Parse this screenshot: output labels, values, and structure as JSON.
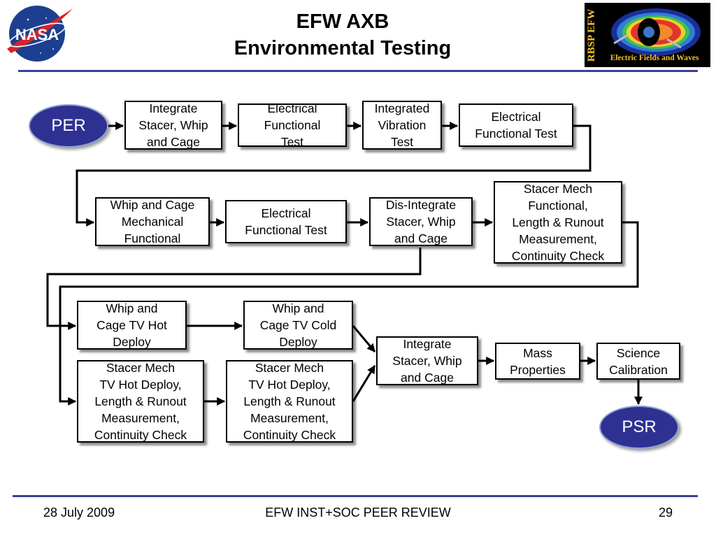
{
  "header": {
    "title_line1": "EFW AXB",
    "title_line2": "Environmental Testing",
    "left_logo": "NASA",
    "right_logo_side_text": "RBSP EFW",
    "right_logo_caption": "Electric Fields and Waves"
  },
  "diagram": {
    "start": "PER",
    "end": "PSR",
    "row1": [
      "Integrate\nStacer, Whip\nand Cage",
      "Electrical\nFunctional\nTest",
      "Integrated\nVibration\nTest",
      "Electrical\nFunctional Test"
    ],
    "row2": [
      "Whip and Cage\nMechanical\nFunctional",
      "Electrical\nFunctional Test",
      "Dis-Integrate\nStacer, Whip\nand Cage",
      "Stacer Mech\nFunctional,\nLength & Runout\nMeasurement,\nContinuity Check"
    ],
    "row3": [
      "Whip and\nCage TV Hot\nDeploy",
      "Whip and\nCage TV Cold\nDeploy"
    ],
    "row4": [
      "Stacer Mech\nTV Hot Deploy,\nLength & Runout\nMeasurement,\nContinuity Check",
      "Stacer Mech\nTV Hot Deploy,\nLength & Runout\nMeasurement,\nContinuity Check"
    ],
    "final": [
      "Integrate\nStacer, Whip\nand Cage",
      "Mass\nProperties",
      "Science\nCalibration"
    ]
  },
  "footer": {
    "date": "28 July 2009",
    "event": "EFW INST+SOC PEER REVIEW",
    "page": "29"
  },
  "colors": {
    "oval_fill": "#2e3192",
    "rule": "#3b3f9a",
    "logo_gold": "#f3c22b"
  }
}
